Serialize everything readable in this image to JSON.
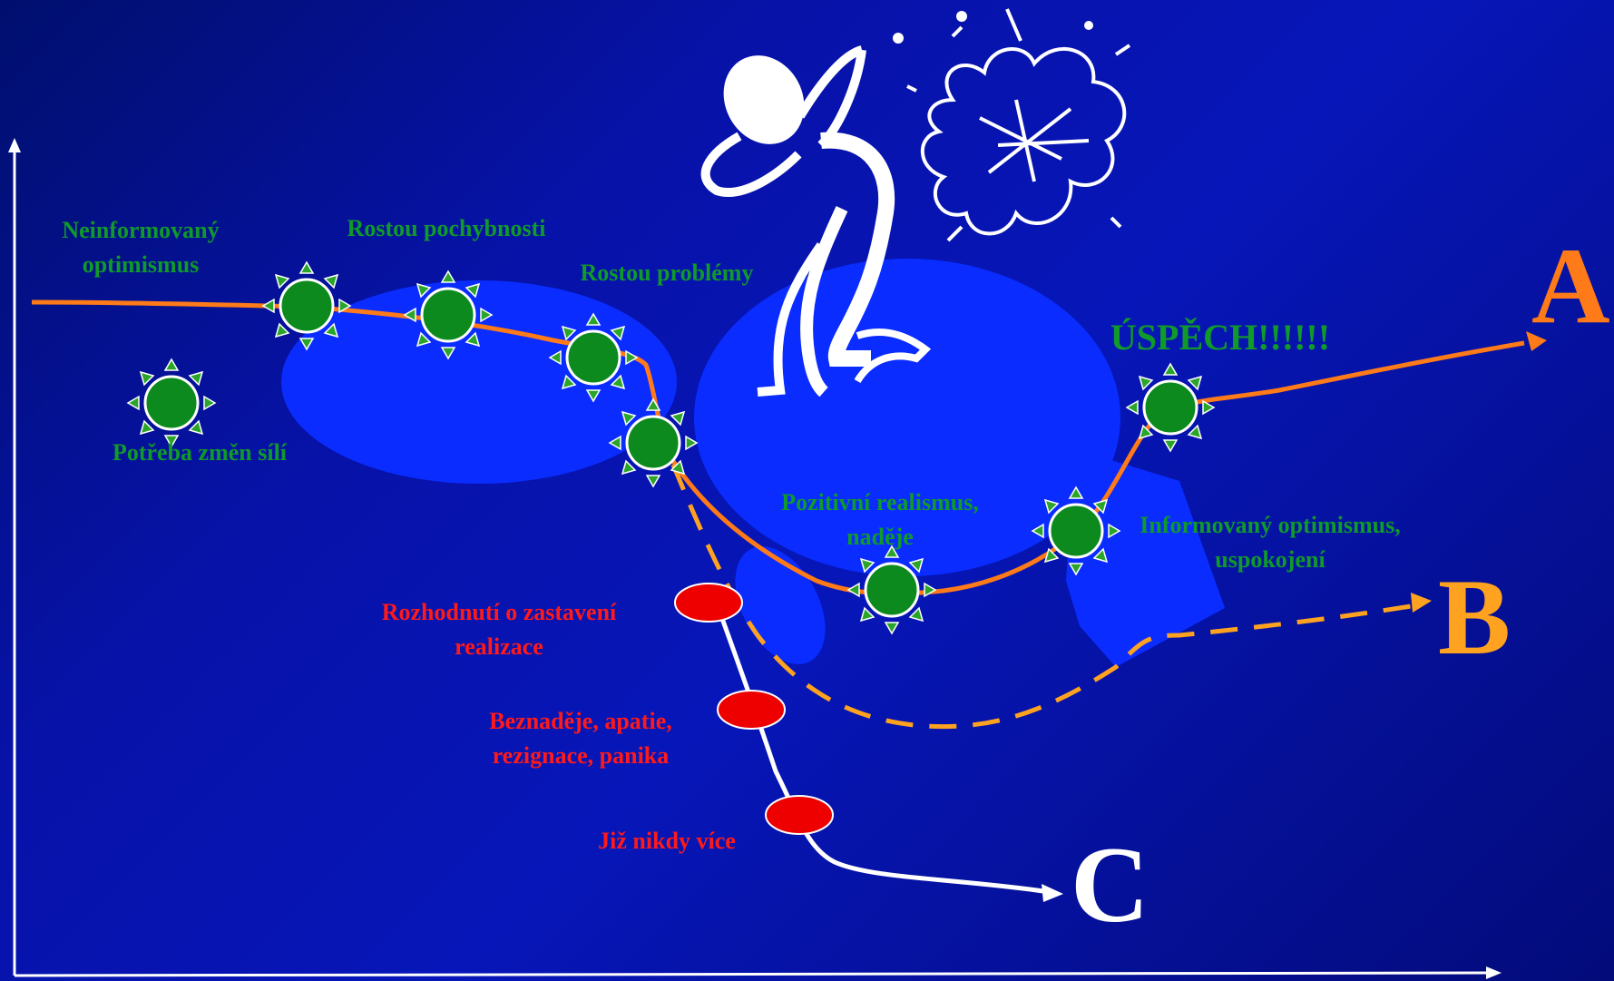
{
  "colors": {
    "background": "#0712a8",
    "curve": "#ff7a18",
    "dashed_curve": "#ffa21f",
    "axis": "#ffffff",
    "label_green": "#0f9a2a",
    "label_red": "#ff1a1a",
    "blob": "#0a2cff",
    "marker_green": "#0c8a1e",
    "marker_red": "#ee0000"
  },
  "labels": {
    "neinformovany": "Neinformovaný\noptimismus",
    "rostou_pochybnosti": "Rostou pochybnosti",
    "rostou_problemy": "Rostou problémy",
    "potreba_zmen": "Potřeba změn sílí",
    "uspech": "ÚSPĚCH!!!!!!",
    "pozitivni_realismus": "Pozitivní realismus,\nnaděje",
    "informovany_optimismus": "Informovaný optimismus,\nuspokojení",
    "rozhodnuti": "Rozhodnutí o zastavení\nrealizace",
    "beznadeje": "Beznaděje, apatie,\nrezignace, panika",
    "jiz_nikdy": "Již nikdy více"
  },
  "outcomes": {
    "a": "A",
    "b": "B",
    "c": "C"
  },
  "icons": [
    "sun-icon",
    "stressed-figure-icon",
    "explosion-cloud-icon",
    "arrow-head-icon"
  ]
}
